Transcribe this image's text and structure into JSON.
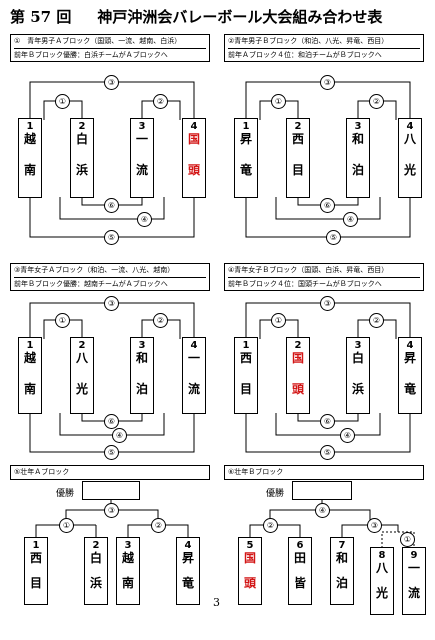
{
  "title": {
    "left": "第 57 回",
    "right": "神戸沖洲会バレーボール大会組み合わせ表"
  },
  "sections": [
    {
      "line1": "①　青年男子Ａブロック（国頭、一流、越南、白浜）",
      "line2": "前年Ｂブロック優勝：白浜チームがＡブロックへ",
      "teams": [
        {
          "num": "1",
          "top": "越",
          "bottom": "南",
          "red": false
        },
        {
          "num": "2",
          "top": "白",
          "bottom": "浜",
          "red": false
        },
        {
          "num": "3",
          "top": "一",
          "bottom": "流",
          "red": false
        },
        {
          "num": "4",
          "top": "国",
          "bottom": "頭",
          "red": true
        }
      ]
    },
    {
      "line1": "②青年男子Ｂブロック（和泊、八光、昇竜、西目）",
      "line2": "前年Ａブロック４位：和泊チームがＢブロックへ",
      "teams": [
        {
          "num": "1",
          "top": "昇",
          "bottom": "竜",
          "red": false
        },
        {
          "num": "2",
          "top": "西",
          "bottom": "目",
          "red": false
        },
        {
          "num": "3",
          "top": "和",
          "bottom": "泊",
          "red": false
        },
        {
          "num": "4",
          "top": "八",
          "bottom": "光",
          "red": false
        }
      ]
    },
    {
      "line1": "③青年女子Ａブロック（和泊、一流、八光、越南）",
      "line2": "前年Ｂブロック優勝：越南チームがＡブロックへ",
      "teams": [
        {
          "num": "1",
          "top": "越",
          "bottom": "南",
          "red": false
        },
        {
          "num": "2",
          "top": "八",
          "bottom": "光",
          "red": false
        },
        {
          "num": "3",
          "top": "和",
          "bottom": "泊",
          "red": false
        },
        {
          "num": "4",
          "top": "一",
          "bottom": "流",
          "red": false
        }
      ]
    },
    {
      "line1": "④青年女子Ｂブロック（国頭、白浜、昇竜、西目）",
      "line2": "前年Ｂブロック４位：国頭チームがＢブロックへ",
      "teams": [
        {
          "num": "1",
          "top": "西",
          "bottom": "目",
          "red": false
        },
        {
          "num": "2",
          "top": "国",
          "bottom": "頭",
          "red": true
        },
        {
          "num": "3",
          "top": "白",
          "bottom": "浜",
          "red": false
        },
        {
          "num": "4",
          "top": "昇",
          "bottom": "竜",
          "red": false
        }
      ]
    },
    {
      "line1": "⑤壮年Ａブロック",
      "win_label": "優勝",
      "teams": [
        {
          "num": "1",
          "top": "西",
          "bottom": "目",
          "red": false
        },
        {
          "num": "2",
          "top": "白",
          "bottom": "浜",
          "red": false
        },
        {
          "num": "3",
          "top": "越",
          "bottom": "南",
          "red": false
        },
        {
          "num": "4",
          "top": "昇",
          "bottom": "竜",
          "red": false
        }
      ]
    },
    {
      "line1": "⑥壮年Ｂブロック",
      "win_label": "優勝",
      "teams": [
        {
          "num": "5",
          "top": "国",
          "bottom": "頭",
          "red": true
        },
        {
          "num": "6",
          "top": "田",
          "bottom": "皆",
          "red": false
        },
        {
          "num": "7",
          "top": "和",
          "bottom": "泊",
          "red": false
        },
        {
          "num": "8",
          "top": "八",
          "bottom": "光",
          "red": false
        },
        {
          "num": "9",
          "top": "一",
          "bottom": "流",
          "red": false
        }
      ]
    }
  ],
  "match_labels": [
    "①",
    "②",
    "③",
    "④",
    "⑤",
    "⑥"
  ],
  "page_number": "3"
}
